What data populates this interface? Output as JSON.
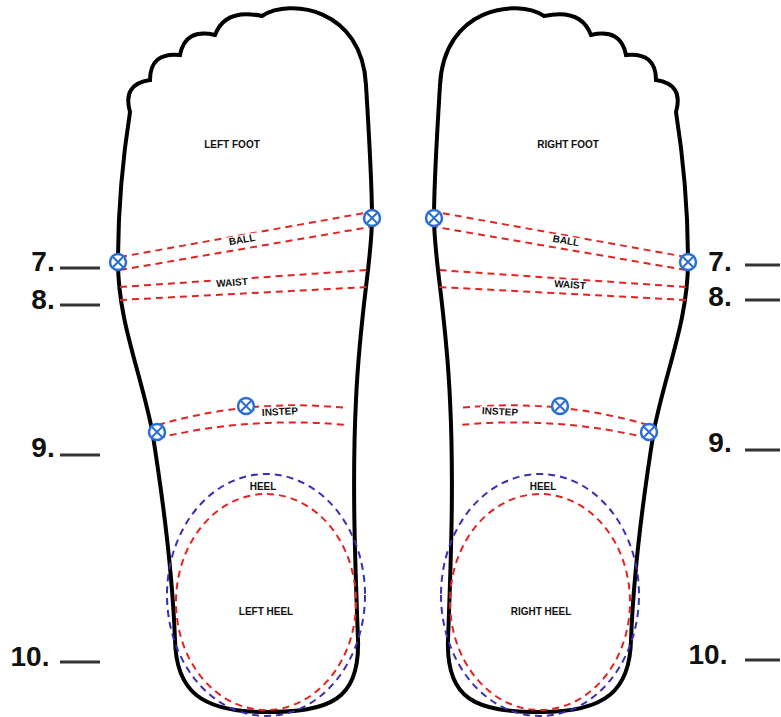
{
  "diagram": {
    "labels": [
      "LEFT FOOT",
      "RIGHT FOOT",
      "BALL",
      "BALL",
      "7.",
      "7.",
      "WAIST",
      "WAIST",
      "8.",
      "8.",
      "INSTEP",
      "INSTEP",
      "9.",
      "9.",
      "HEEL",
      "HEEL",
      "LEFT HEEL",
      "RIGHT HEEL",
      "10.",
      "10."
    ]
  }
}
